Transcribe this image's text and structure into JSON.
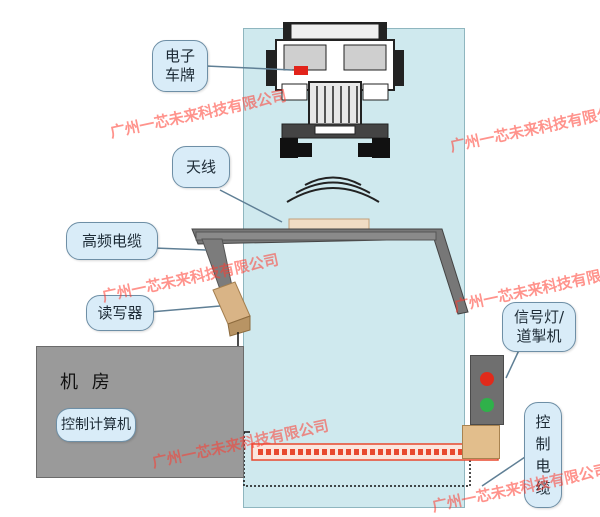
{
  "callouts": {
    "electronic_plate": "电子\n车牌",
    "antenna": "天线",
    "hf_cable": "高频电缆",
    "reader": "读写器",
    "computer": "控制计算机",
    "signal_light": "信号灯/\n道掣机",
    "control_cable": "控\n制\n电\n缆"
  },
  "machine_room": "机 房",
  "watermark": "广州一芯未来科技有限公司",
  "colors": {
    "callout_fill": "#d9ecf8",
    "road": "#cfe9ee",
    "watermark": "#ff3b30",
    "loop": "#e8492f",
    "signal_red": "#e02a1b",
    "signal_green": "#2fb14a"
  }
}
